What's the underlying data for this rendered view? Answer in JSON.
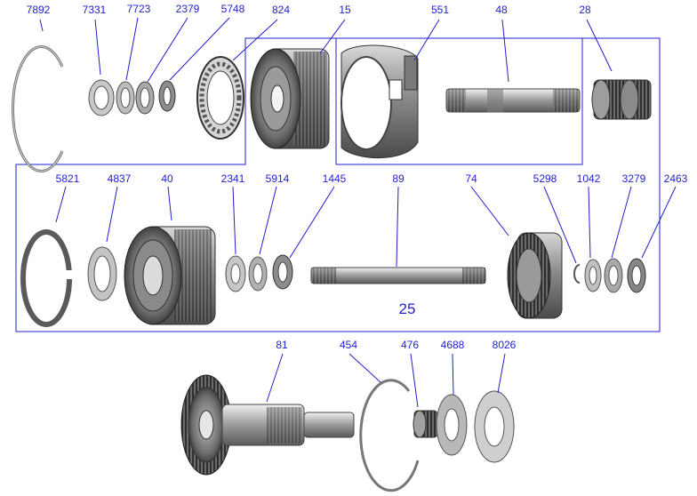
{
  "diagram": {
    "assembly_number": "25",
    "colors": {
      "label": "#1f1fcf",
      "leader": "#1f1fcf",
      "group_outline": "#1f1fcf",
      "part_metal": "#9a9a9a",
      "part_dark": "#3a3a3a"
    },
    "callouts": [
      {
        "id": "7892"
      },
      {
        "id": "7331"
      },
      {
        "id": "7723"
      },
      {
        "id": "2379"
      },
      {
        "id": "5748"
      },
      {
        "id": "824"
      },
      {
        "id": "15"
      },
      {
        "id": "551"
      },
      {
        "id": "48"
      },
      {
        "id": "28"
      },
      {
        "id": "5821"
      },
      {
        "id": "4837"
      },
      {
        "id": "40"
      },
      {
        "id": "2341"
      },
      {
        "id": "5914"
      },
      {
        "id": "1445"
      },
      {
        "id": "89"
      },
      {
        "id": "74"
      },
      {
        "id": "5298"
      },
      {
        "id": "1042"
      },
      {
        "id": "3279"
      },
      {
        "id": "2463"
      },
      {
        "id": "81"
      },
      {
        "id": "454"
      },
      {
        "id": "476"
      },
      {
        "id": "4688"
      },
      {
        "id": "8026"
      }
    ]
  }
}
